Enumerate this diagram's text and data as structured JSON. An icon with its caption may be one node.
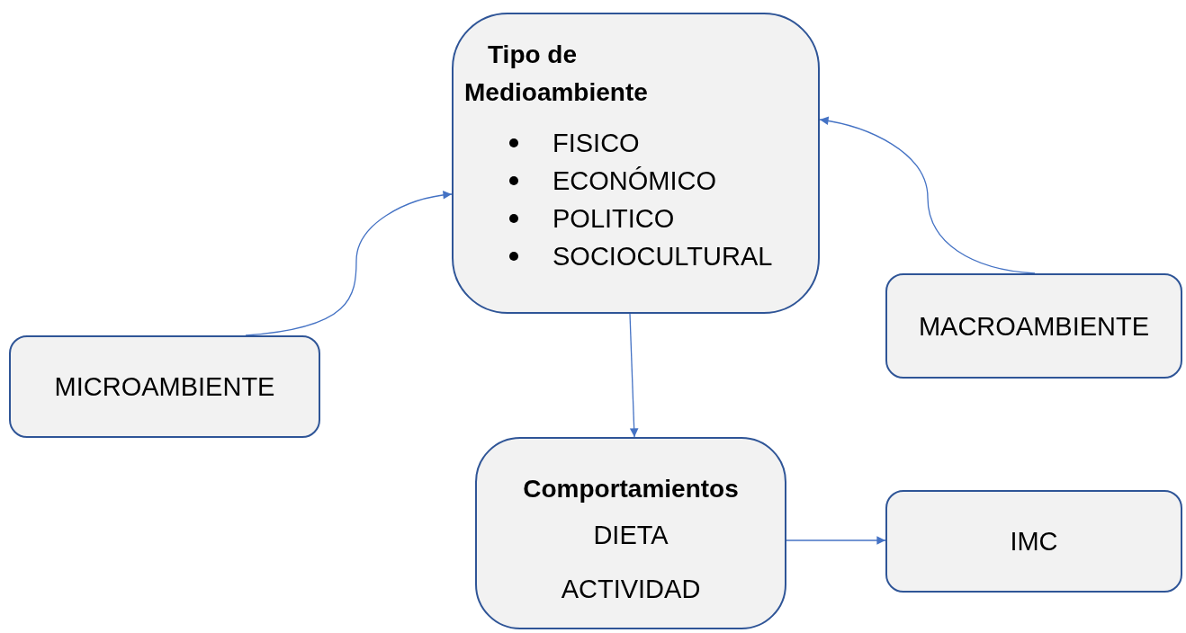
{
  "diagram": {
    "nodes": [
      {
        "text": [
          "Tipo de Medioambiente",
          "FISICO",
          "ECONÓMICO",
          "POLITICO",
          "SOCIOCULTURAL"
        ]
      },
      {
        "text": [
          "MICROAMBIENTE"
        ]
      },
      {
        "text": [
          "MACROAMBIENTE"
        ]
      },
      {
        "text": [
          "Comportamientos",
          "DIETA",
          "ACTIVIDAD"
        ]
      },
      {
        "text": [
          "IMC"
        ]
      }
    ],
    "edges": [
      {
        "from": 1,
        "to": 0,
        "arrow": "to"
      },
      {
        "from": 2,
        "to": 0,
        "arrow": "to"
      },
      {
        "from": 0,
        "to": 3,
        "arrow": "to"
      },
      {
        "from": 3,
        "to": 4,
        "arrow": "to"
      }
    ]
  }
}
